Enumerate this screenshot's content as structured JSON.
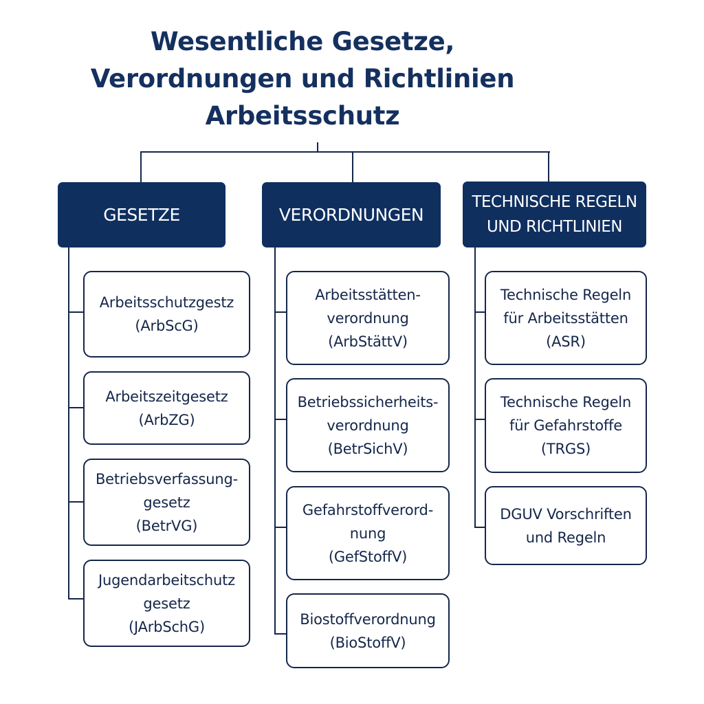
{
  "title": {
    "line1": "Wesentliche Gesetze,",
    "line2": "Verordnungen und Richtlinien",
    "line3": "Arbeitsschutz"
  },
  "columns": [
    {
      "header": "GESETZE",
      "items": [
        "Arbeitsschutzgestz\n(ArbScG)",
        "Arbeitszeitgesetz\n(ArbZG)",
        "Betriebsverfassung-\ngesetz\n(BetrVG)",
        "Jugendarbeitschutz\ngesetz\n(JArbSchG)"
      ]
    },
    {
      "header": "VERORDNUNGEN",
      "items": [
        "Arbeitsstätten-\nverordnung\n(ArbStättV)",
        "Betriebssicherheits-\nverordnung\n(BetrSichV)",
        "Gefahrstoffverord-\nnung\n(GefStoffV)",
        "Biostoffverordnung\n(BioStoffV)"
      ]
    },
    {
      "header": "TECHNISCHE REGELN\nUND RICHTLINIEN",
      "items": [
        "Technische Regeln\nfür Arbeitsstätten\n(ASR)",
        "Technische Regeln\nfür Gefahrstoffe\n(TRGS)",
        "DGUV Vorschriften\nund Regeln"
      ]
    }
  ],
  "colors": {
    "header_bg": "#0f2f5f",
    "header_text": "#ffffff",
    "line": "#14264a",
    "title": "#14305f"
  }
}
